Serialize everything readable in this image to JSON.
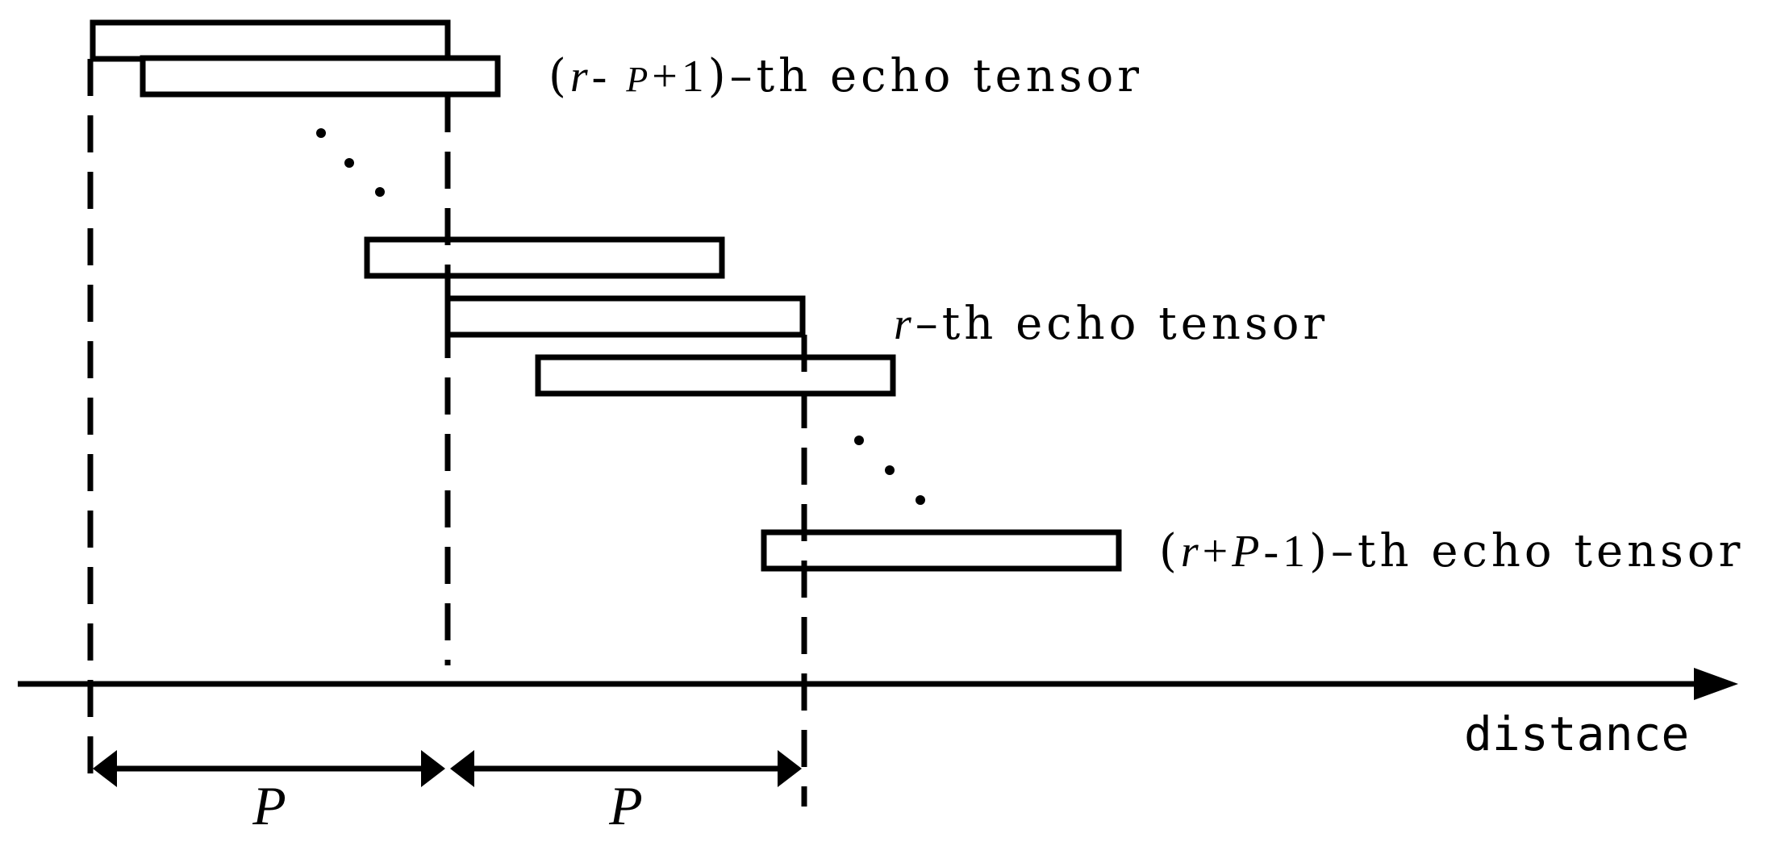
{
  "labels": {
    "first": {
      "open": "(",
      "var": "r",
      "minus": "- ",
      "P": "P",
      "rest": "+1",
      "close": ")",
      "suffix": "–th echo tensor"
    },
    "middle": {
      "var": "r",
      "suffix": "–th echo tensor"
    },
    "last": {
      "open": "(",
      "var": "r",
      "plus": "+",
      "P": "P",
      "rest": "-1",
      "close": ")",
      "suffix": "–th echo tensor"
    }
  },
  "axis_label": "distance",
  "span_labels": [
    "P",
    "P"
  ],
  "colors": {
    "stroke": "#000000",
    "fill": "#ffffff"
  }
}
